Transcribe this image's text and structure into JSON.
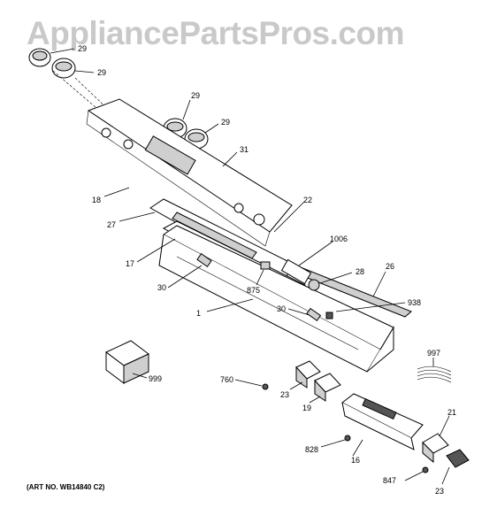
{
  "watermark": "AppliancePartsPros.com",
  "art_number": "(ART NO. WB14840 C2)",
  "labels": {
    "l29a": "29",
    "l29b": "29",
    "l29c": "29",
    "l29d": "29",
    "l31": "31",
    "l18": "18",
    "l22": "22",
    "l27": "27",
    "l1006": "1006",
    "l17": "17",
    "l28": "28",
    "l26": "26",
    "l30a": "30",
    "l875": "875",
    "l938": "938",
    "l1": "1",
    "l30b": "30",
    "l997": "997",
    "l999": "999",
    "l760": "760",
    "l23a": "23",
    "l19": "19",
    "l21": "21",
    "l828": "828",
    "l16": "16",
    "l847": "847",
    "l23b": "23"
  }
}
